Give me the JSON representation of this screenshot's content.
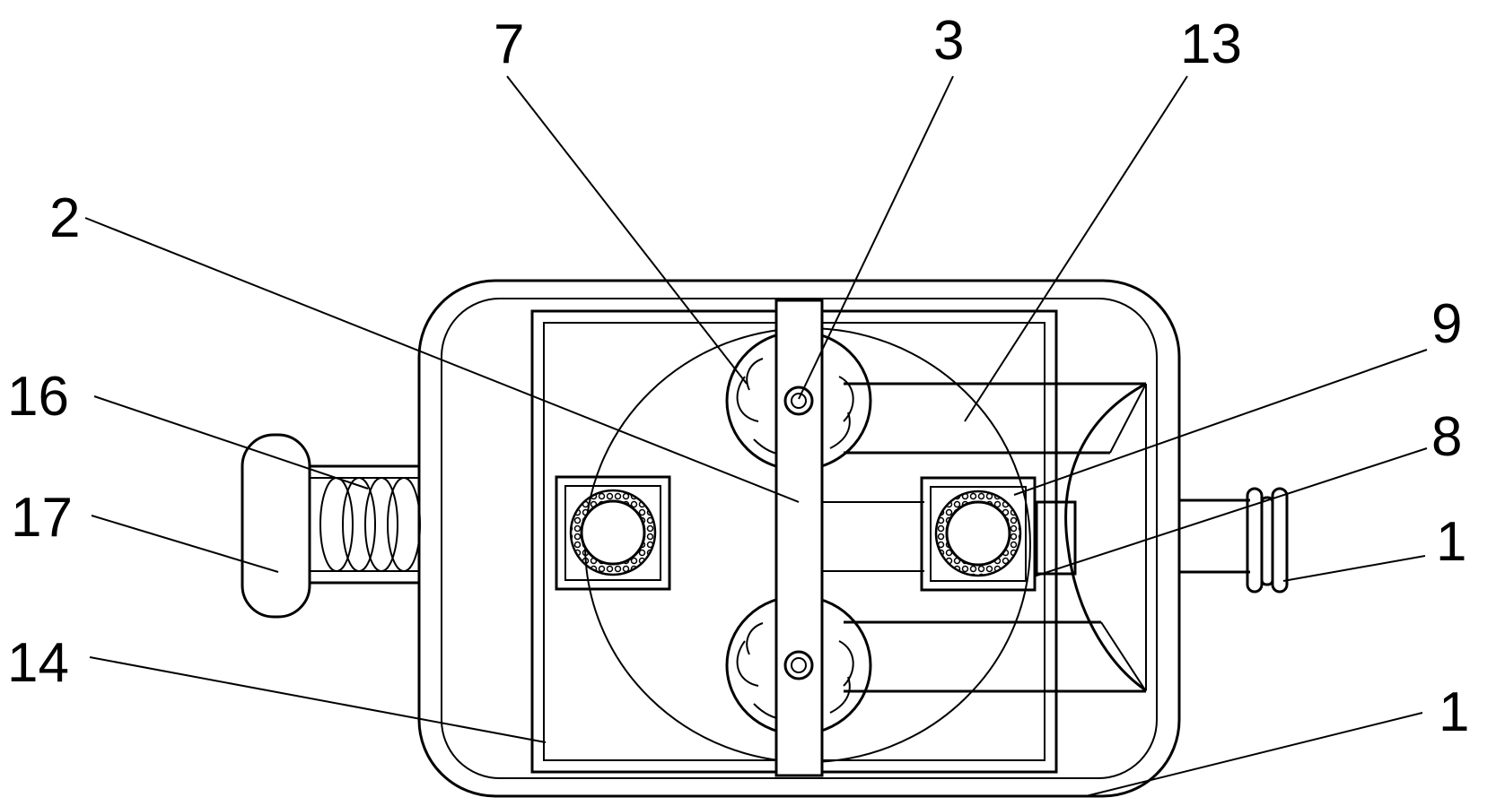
{
  "labels": {
    "l7": "7",
    "l3": "3",
    "l13": "13",
    "l2": "2",
    "l9": "9",
    "l16": "16",
    "l8": "8",
    "l17": "17",
    "l1a": "1",
    "l14": "14",
    "l1b": "1"
  }
}
